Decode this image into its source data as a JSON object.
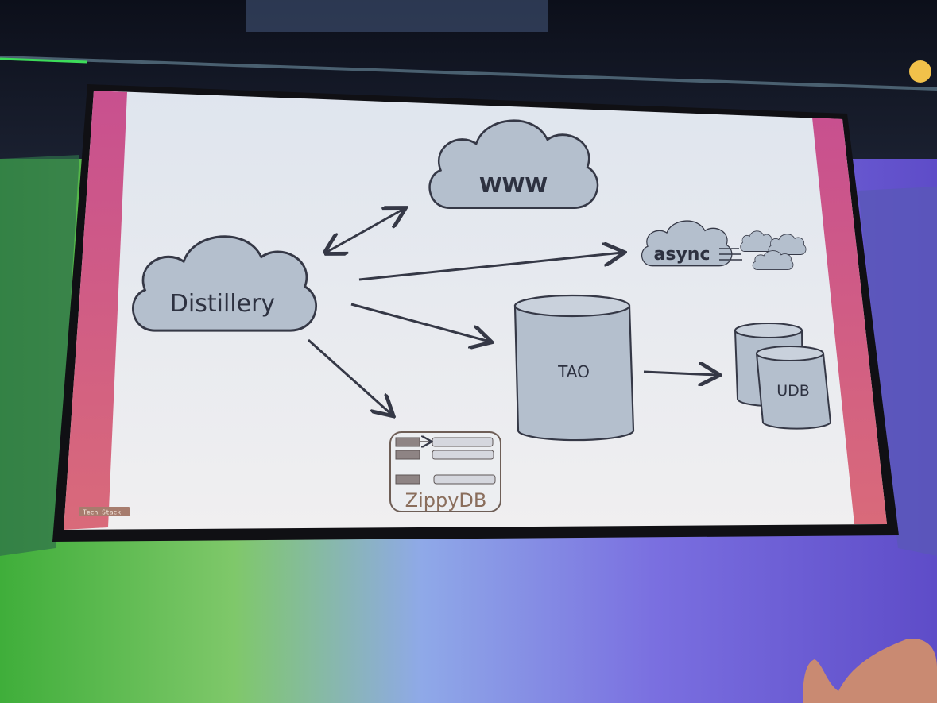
{
  "slide": {
    "footer_label": "Tech Stack",
    "nodes": {
      "www": "WWW",
      "distillery": "Distillery",
      "async": "async",
      "tao": "TAO",
      "udb": "UDB",
      "zippydb": "ZippyDB"
    }
  },
  "colors": {
    "slide_bg": "#e6ebf1",
    "side_bar": "#c8508f",
    "shape_fill": "#b4bfcd",
    "stroke": "#353846",
    "zippy_text": "#8a6e5c"
  }
}
